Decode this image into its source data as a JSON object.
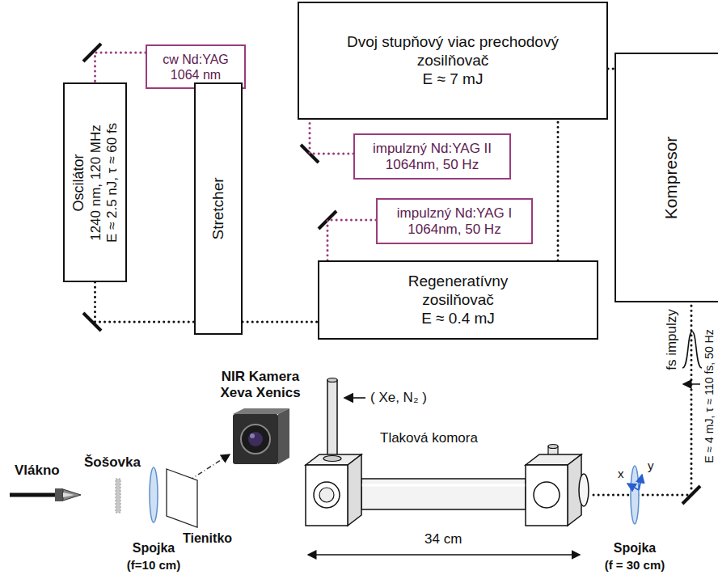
{
  "diagram": {
    "nodes": [
      {
        "text": [
          "cw Nd:YAG",
          "1064 nm"
        ]
      },
      {
        "text": [
          "Dvoj stupňový viac prechodový zosilňovač",
          "E ≈ 7 mJ"
        ]
      },
      {
        "text": [
          "Oscilátor",
          "1240 nm, 120 MHz",
          "E ≈ 2.5 nJ, τ ≈ 60 fs"
        ]
      },
      {
        "text": [
          "Stretcher"
        ]
      },
      {
        "text": [
          "impulzný Nd:YAG II",
          "1064nm, 50 Hz"
        ]
      },
      {
        "text": [
          "impulzný Nd:YAG I",
          "1064nm, 50 Hz"
        ]
      },
      {
        "text": [
          "Kompresor"
        ]
      },
      {
        "text": [
          "Regeneratívny zosilňovač",
          "E ≈ 0.4 mJ"
        ]
      }
    ],
    "edges": [
      {
        "from": 0,
        "to": 2,
        "arrow": "none"
      },
      {
        "from": 2,
        "to": 3,
        "arrow": "none"
      },
      {
        "from": 3,
        "to": 7,
        "arrow": "none"
      },
      {
        "from": 7,
        "to": 1,
        "arrow": "none"
      },
      {
        "from": 1,
        "to": 6,
        "arrow": "none"
      },
      {
        "from": 4,
        "to": 1,
        "arrow": "none"
      },
      {
        "from": 5,
        "to": 7,
        "arrow": "none"
      }
    ],
    "labels": [
      "NIR Kamera Xeva Xenics",
      "( Xe, N₂ )",
      "Tlaková komora",
      "34 cm",
      "Vlákno",
      "Šošovka",
      "Spojka",
      "(f=10 cm)",
      "Tienitko",
      "Spojka",
      "(f = 30 cm)",
      "x",
      "y",
      "fs impulzy",
      "E ≈ 4 mJ, τ ≈ 110 fs, 50 Hz"
    ]
  }
}
